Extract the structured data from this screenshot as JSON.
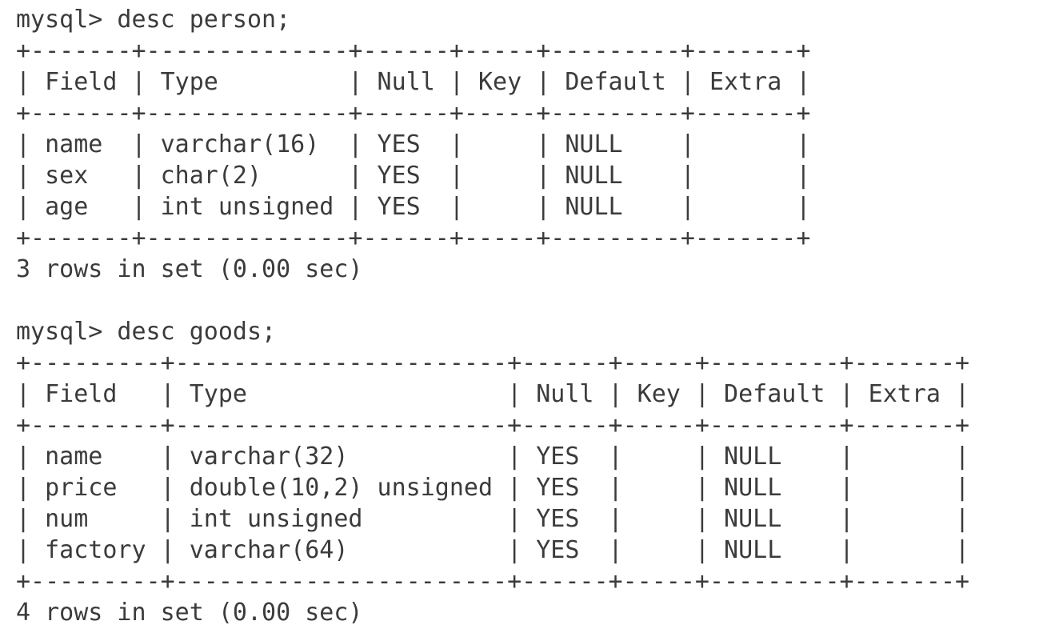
{
  "page": {
    "background_color": "#ffffff",
    "text_color": "#3b3b3b"
  },
  "terminal": {
    "blocks": [
      {
        "command": "mysql> desc person;",
        "prompt": "mysql>",
        "table": {
          "headers": [
            "Field",
            "Type",
            "Null",
            "Key",
            "Default",
            "Extra"
          ],
          "rows": [
            [
              "name",
              "varchar(16)",
              "YES",
              "",
              "NULL",
              ""
            ],
            [
              "sex",
              "char(2)",
              "YES",
              "",
              "NULL",
              ""
            ],
            [
              "age",
              "int unsigned",
              "YES",
              "",
              "NULL",
              ""
            ]
          ]
        },
        "status": "3 rows in set (0.00 sec)"
      },
      {
        "command": "mysql> desc goods;",
        "prompt": "mysql>",
        "table": {
          "headers": [
            "Field",
            "Type",
            "Null",
            "Key",
            "Default",
            "Extra"
          ],
          "rows": [
            [
              "name",
              "varchar(32)",
              "YES",
              "",
              "NULL",
              ""
            ],
            [
              "price",
              "double(10,2) unsigned",
              "YES",
              "",
              "NULL",
              ""
            ],
            [
              "num",
              "int unsigned",
              "YES",
              "",
              "NULL",
              ""
            ],
            [
              "factory",
              "varchar(64)",
              "YES",
              "",
              "NULL",
              ""
            ]
          ]
        },
        "status": "4 rows in set (0.00 sec)"
      }
    ]
  }
}
